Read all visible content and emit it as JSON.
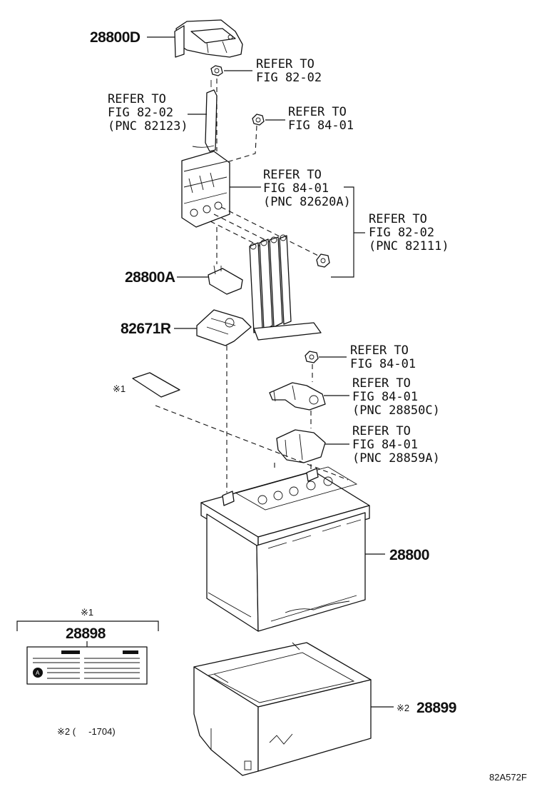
{
  "labels": {
    "p28800D": "28800D",
    "p28800A": "28800A",
    "p82671R": "82671R",
    "p28800": "28800",
    "p28898": "28898",
    "p28899": "28899",
    "nut_top_1": "REFER TO",
    "nut_top_2": "FIG 82-02",
    "cable_1": "REFER TO",
    "cable_2": "FIG 82-02",
    "cable_3": "(PNC 82123)",
    "nut_mid_1": "REFER TO",
    "nut_mid_2": "FIG 84-01",
    "fuse_1": "REFER TO",
    "fuse_2": "FIG 84-01",
    "fuse_3": "(PNC 82620A)",
    "wire_1": "REFER TO",
    "wire_2": "FIG 82-02",
    "wire_3": "(PNC 82111)",
    "nut_low_1": "REFER TO",
    "nut_low_2": "FIG 84-01",
    "clampA_1": "REFER TO",
    "clampA_2": "FIG 84-01",
    "clampA_3": "(PNC 28850C)",
    "clampB_1": "REFER TO",
    "clampB_2": "FIG 84-01",
    "clampB_3": "(PNC 28859A)",
    "note1_marker": "※1",
    "note1_header": "※1",
    "note2_marker": "※2",
    "note2_text": "※2 (     -1704)",
    "label_A": "A",
    "fig_code": "82A572F"
  }
}
